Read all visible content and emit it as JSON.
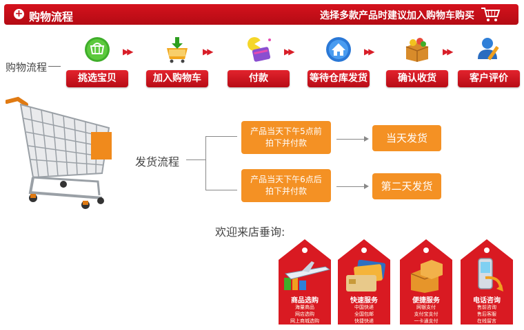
{
  "header": {
    "title": "购物流程",
    "hint": "选择多款产品时建议加入购物车购买"
  },
  "shopping_flow": {
    "label": "购物流程",
    "steps": [
      {
        "label": "挑选宝贝",
        "icon": "green-basket-icon"
      },
      {
        "label": "加入购物车",
        "icon": "cart-download-icon"
      },
      {
        "label": "付款",
        "icon": "payment-icon"
      },
      {
        "label": "等待仓库发货",
        "icon": "home-icon"
      },
      {
        "label": "确认收货",
        "icon": "package-box-icon"
      },
      {
        "label": "客户评价",
        "icon": "user-review-icon"
      }
    ]
  },
  "shipping_flow": {
    "label": "发货流程",
    "rules": [
      {
        "condition_line1": "产品当天下午5点前",
        "condition_line2": "拍下并付款",
        "result": "当天发货"
      },
      {
        "condition_line1": "产品当天下午6点后",
        "condition_line2": "拍下并付款",
        "result": "第二天发货"
      }
    ]
  },
  "welcome": "欢迎来店垂询:",
  "tags": [
    {
      "title": "商品选购",
      "lines": [
        "海量商品",
        "网店选购",
        "网上商城选购"
      ],
      "icon": "airplane-icon"
    },
    {
      "title": "快速服务",
      "lines": [
        "中国快递",
        "全国包邮",
        "快捷快递"
      ],
      "icon": "bank-card-icon"
    },
    {
      "title": "便捷服务",
      "lines": [
        "网银支付",
        "支付宝支付",
        "一卡通支付"
      ],
      "icon": "boxes-icon"
    },
    {
      "title": "电话咨询",
      "lines": [
        "售前咨询",
        "售后客服",
        "在线留言"
      ],
      "icon": "mobile-phone-icon"
    }
  ],
  "colors": {
    "header_red": "#c40f18",
    "button_red": "#d81e28",
    "orange": "#f49124",
    "tag_red": "#d91a22"
  }
}
